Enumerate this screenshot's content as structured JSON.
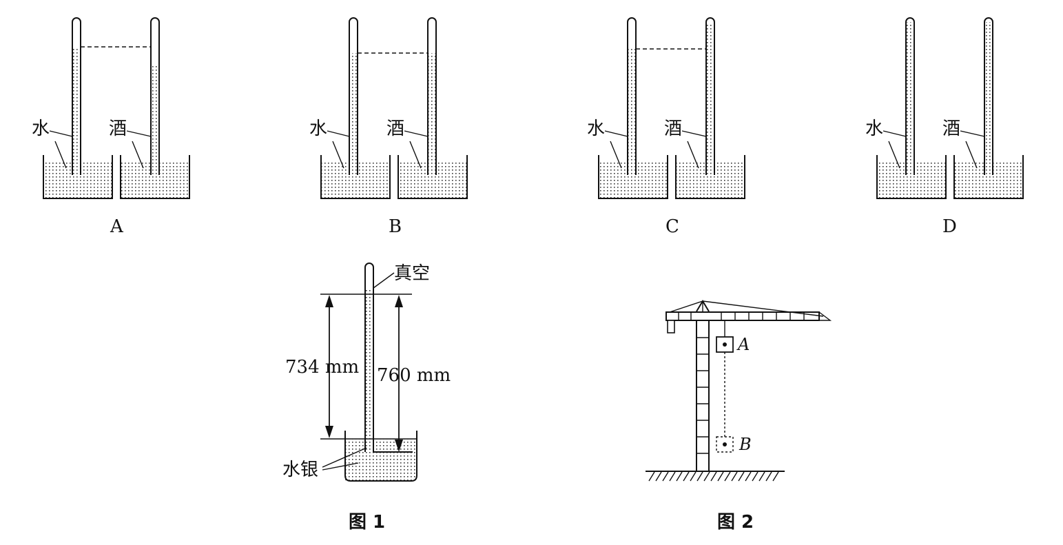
{
  "labels": {
    "water": "水",
    "alcohol": "酒",
    "vacuum": "真空",
    "mercury": "水银",
    "h734": "734 mm",
    "h760": "760 mm",
    "pointA": "A",
    "pointB": "B"
  },
  "options": [
    "A",
    "B",
    "C",
    "D"
  ],
  "captions": {
    "fig1": "图 1",
    "fig2": "图 2"
  }
}
